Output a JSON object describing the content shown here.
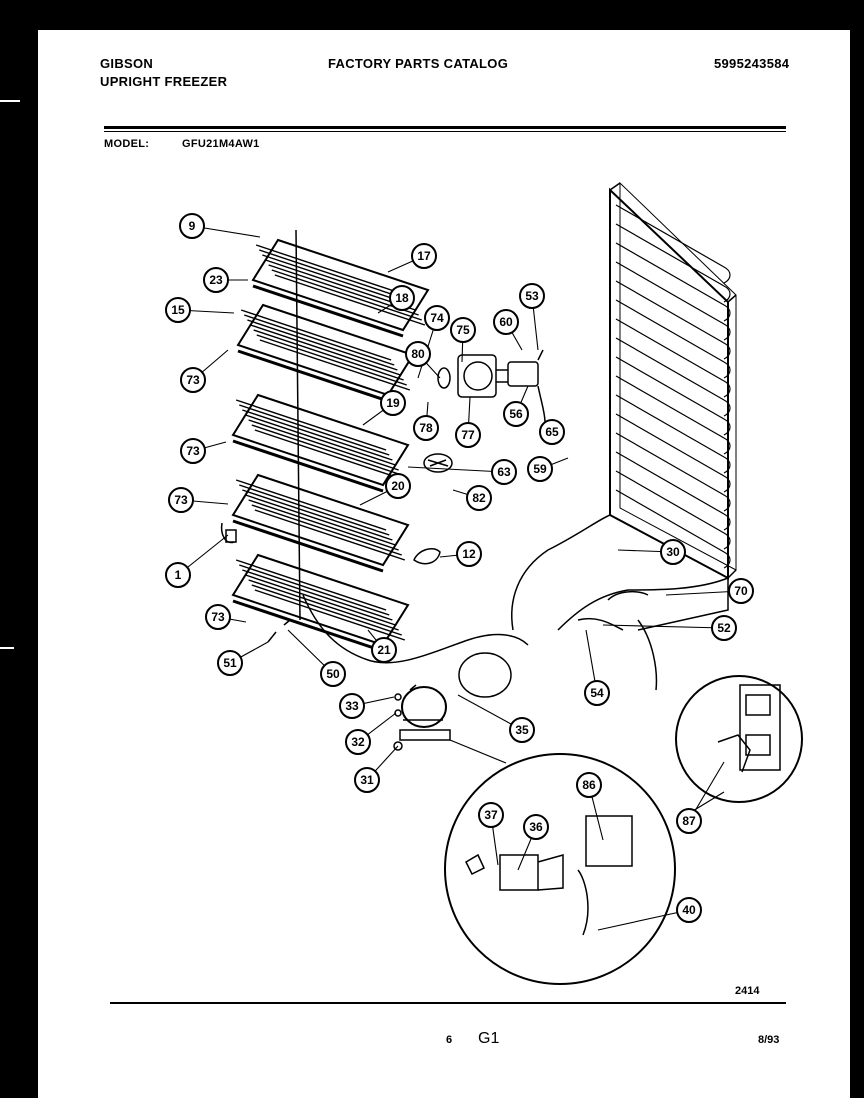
{
  "header": {
    "brand": "GIBSON",
    "product": "UPRIGHT FREEZER",
    "catalog_title": "FACTORY PARTS CATALOG",
    "catalog_number": "5995243584",
    "model_label": "MODEL:",
    "model_value": "GFU21M4AW1"
  },
  "diagram": {
    "figure_number": "2414",
    "callouts": [
      "9",
      "23",
      "17",
      "15",
      "18",
      "73",
      "74",
      "75",
      "80",
      "60",
      "53",
      "19",
      "78",
      "77",
      "56",
      "65",
      "73",
      "63",
      "59",
      "20",
      "82",
      "73",
      "12",
      "1",
      "30",
      "73",
      "70",
      "52",
      "21",
      "51",
      "50",
      "54",
      "33",
      "35",
      "32",
      "31",
      "86",
      "37",
      "36",
      "87",
      "40"
    ]
  },
  "footer": {
    "page_number": "6",
    "section": "G1",
    "date": "8/93"
  }
}
